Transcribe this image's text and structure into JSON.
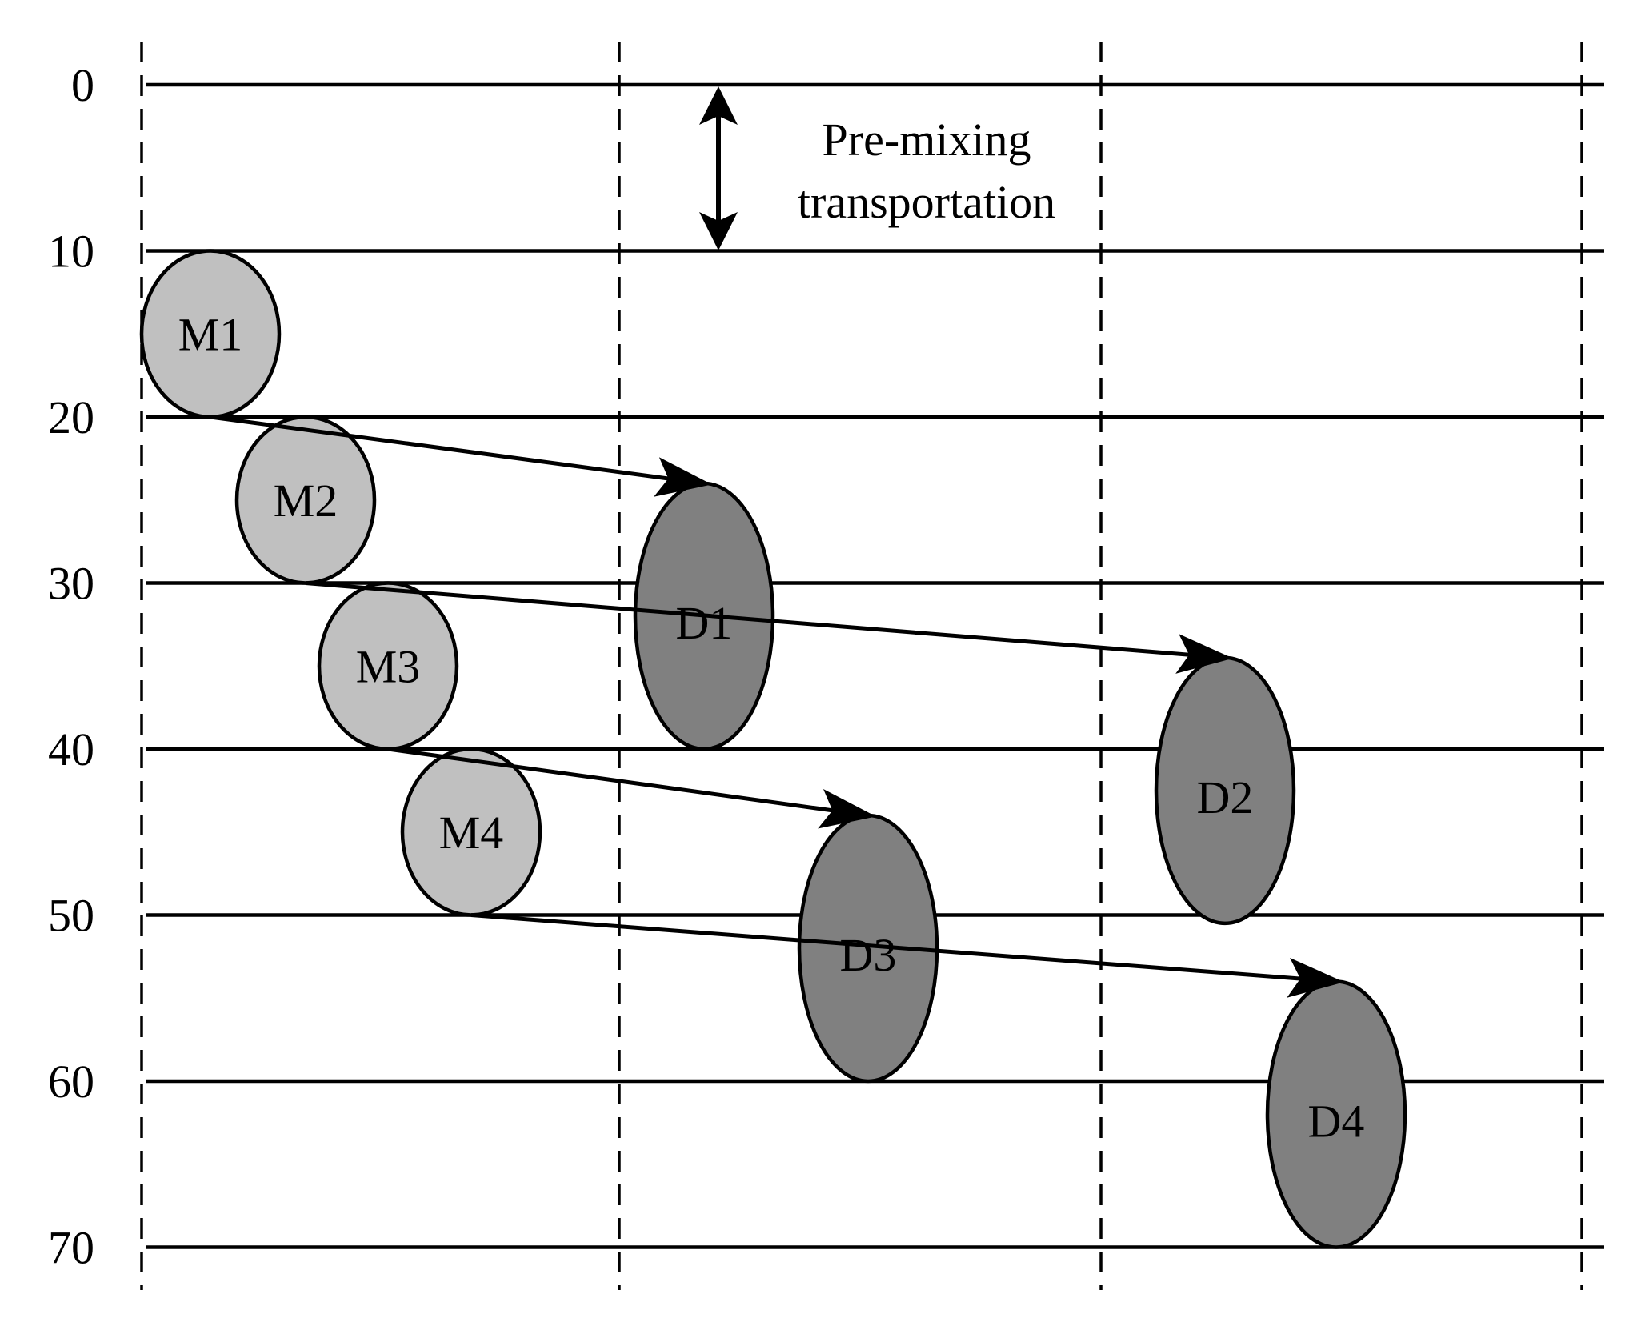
{
  "time_axis": {
    "ticks": [
      "0",
      "10",
      "20",
      "30",
      "40",
      "50",
      "60",
      "70"
    ]
  },
  "annotation": {
    "line1": "Pre-mixing",
    "line2": "transportation"
  },
  "mix_nodes": [
    {
      "label": "M1",
      "start": 10,
      "end": 20,
      "lane": 0
    },
    {
      "label": "M2",
      "start": 20,
      "end": 30,
      "lane": 1
    },
    {
      "label": "M3",
      "start": 30,
      "end": 40,
      "lane": 2
    },
    {
      "label": "M4",
      "start": 40,
      "end": 50,
      "lane": 3
    }
  ],
  "delivery_nodes": [
    {
      "label": "D1",
      "start": 24,
      "end": 40
    },
    {
      "label": "D2",
      "start": 34.5,
      "end": 50.5
    },
    {
      "label": "D3",
      "start": 44,
      "end": 60
    },
    {
      "label": "D4",
      "start": 54,
      "end": 70
    }
  ],
  "flows": [
    {
      "from": "M1",
      "to": "D1"
    },
    {
      "from": "M2",
      "to": "D2"
    },
    {
      "from": "M3",
      "to": "D3"
    },
    {
      "from": "M4",
      "to": "D4"
    }
  ],
  "colors": {
    "mix_fill": "#c0c0c0",
    "delivery_fill": "#808080",
    "line": "#000000",
    "background": "#ffffff"
  }
}
